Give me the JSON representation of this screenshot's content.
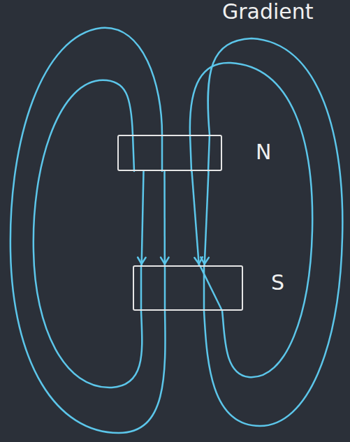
{
  "diagram": {
    "title": "Gradient",
    "nodes": [
      {
        "text": [
          "N"
        ]
      },
      {
        "text": [
          "S"
        ]
      }
    ],
    "edges": [
      {
        "from": 0,
        "to": 1,
        "arrow": "to"
      },
      {
        "from": 0,
        "to": 1,
        "arrow": "to"
      },
      {
        "from": 0,
        "to": 1,
        "arrow": "to"
      },
      {
        "from": 0,
        "to": 1,
        "arrow": "to"
      }
    ]
  }
}
